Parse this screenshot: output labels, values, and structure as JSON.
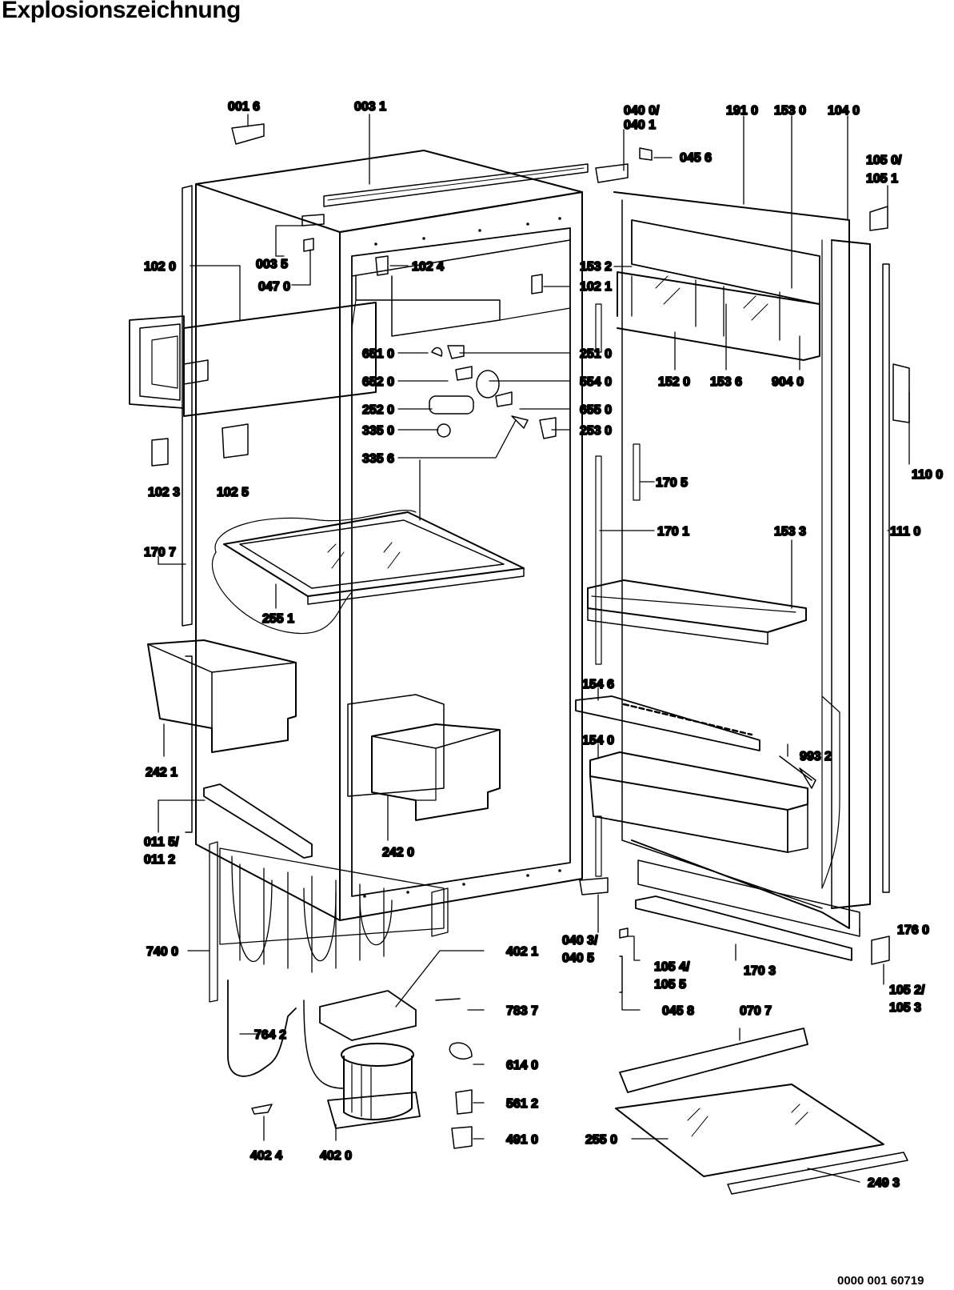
{
  "title": "Explosionszeichnung",
  "document_number": "0000 001 60719",
  "part_labels": {
    "p0016": "001 6",
    "p0031": "003 1",
    "p0400": "040 0/",
    "p0401": "040 1",
    "p0456": "045 6",
    "p1910": "191 0",
    "p1530": "153 0",
    "p1040": "104 0",
    "p1050": "105 0/",
    "p1051": "105 1",
    "p0035": "003 5",
    "p1020": "102 0",
    "p1024": "102 4",
    "p1532": "153 2",
    "p0470": "047 0",
    "p1021": "102 1",
    "p6510": "651 0",
    "p2510": "251 0",
    "p1520": "152 0",
    "p1536": "153 6",
    "p9040": "904 0",
    "p6520": "652 0",
    "p5540": "554 0",
    "p2520": "252 0",
    "p6550": "655 0",
    "p3350": "335 0",
    "p2530": "253 0",
    "p1023": "102 3",
    "p1025": "102 5",
    "p3356": "335 6",
    "p1705": "170 5",
    "p1100": "110 0",
    "p1707": "170 7",
    "p1701": "170 1",
    "p1533": "153 3",
    "p1110": "111 0",
    "p2551": "255 1",
    "p1546": "154 6",
    "p1540": "154 0",
    "p9932": "993 2",
    "p2421": "242 1",
    "p0115": "011 5/",
    "p0112": "011 2",
    "p2420": "242 0",
    "p1760": "176 0",
    "p0403": "040 3/",
    "p0405": "040 5",
    "p1054": "105 4/",
    "p1055": "105 5",
    "p1703": "170 3",
    "p1052": "105 2/",
    "p1053": "105 3",
    "p7400": "740 0",
    "p4021": "402 1",
    "p7837": "783 7",
    "p0458": "045 8",
    "p0707": "070 7",
    "p7642": "764 2",
    "p6140": "614 0",
    "p5612": "561 2",
    "p2550": "255 0",
    "p4024": "402 4",
    "p4020": "402 0",
    "p4910": "491 0",
    "p2493": "249 3"
  }
}
